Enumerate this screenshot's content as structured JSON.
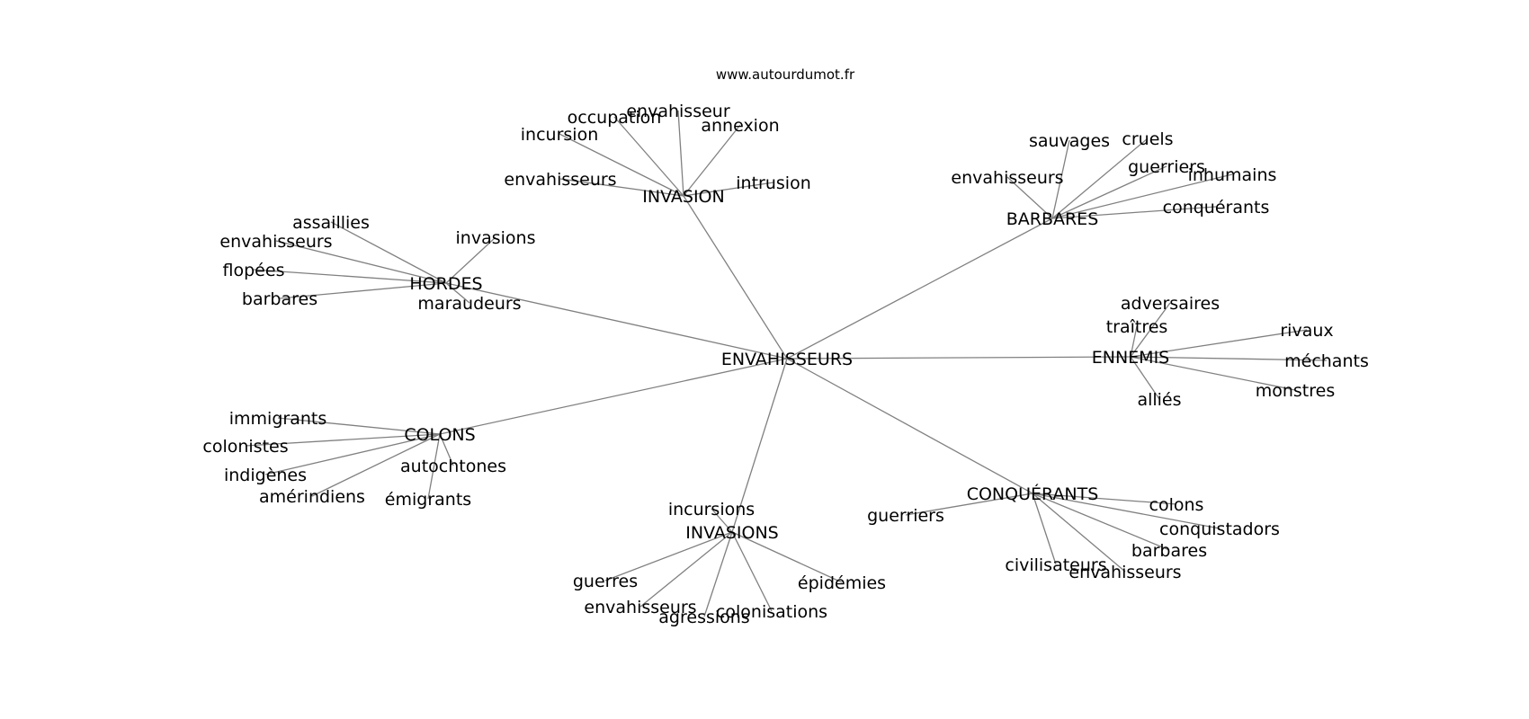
{
  "website": "www.autourdumot.fr",
  "center": "ENVAHISSEURS",
  "clusters": [
    {
      "label": "INVASION",
      "children": [
        "occupation",
        "envahisseur",
        "annexion",
        "incursion",
        "envahisseurs",
        "intrusion"
      ]
    },
    {
      "label": "BARBARES",
      "children": [
        "sauvages",
        "cruels",
        "guerriers",
        "inhumains",
        "envahisseurs",
        "conquérants"
      ]
    },
    {
      "label": "HORDES",
      "children": [
        "assaillies",
        "envahisseurs",
        "flopées",
        "barbares",
        "invasions",
        "maraudeurs"
      ]
    },
    {
      "label": "ENNEMIS",
      "children": [
        "adversaires",
        "traîtres",
        "rivaux",
        "méchants",
        "monstres",
        "alliés"
      ]
    },
    {
      "label": "COLONS",
      "children": [
        "immigrants",
        "colonistes",
        "indigènes",
        "amérindiens",
        "autochtones",
        "émigrants"
      ]
    },
    {
      "label": "CONQUÉRANTS",
      "children": [
        "guerriers",
        "colons",
        "conquistadors",
        "barbares",
        "envahisseurs",
        "civilisateurs"
      ]
    },
    {
      "label": "INVASIONS",
      "children": [
        "incursions",
        "guerres",
        "épidémies",
        "envahisseurs",
        "agressions",
        "colonisations"
      ]
    }
  ]
}
